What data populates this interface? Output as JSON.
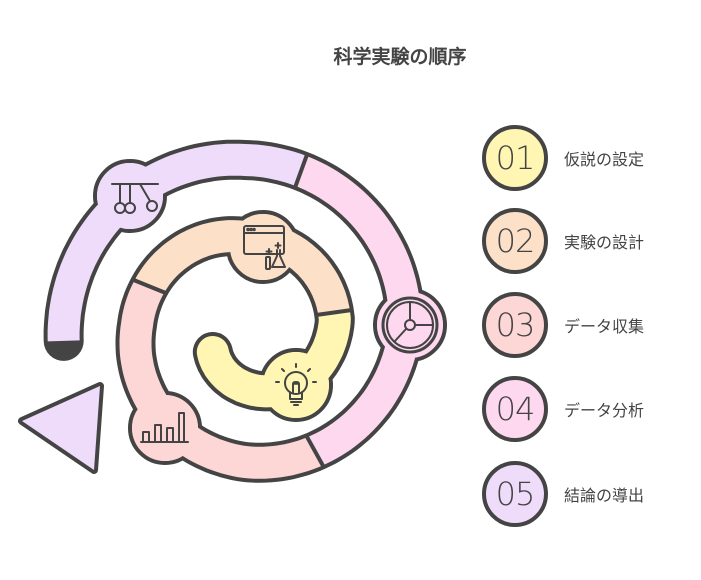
{
  "title": "科学実験の順序",
  "steps": [
    {
      "num": "01",
      "label": "仮説の設定",
      "color": "#fff6b3",
      "icon": "lightbulb-icon"
    },
    {
      "num": "02",
      "label": "実験の設計",
      "color": "#fde0c8",
      "icon": "lab-flask-window-icon"
    },
    {
      "num": "03",
      "label": "データ収集",
      "color": "#fdd6d6",
      "icon": "bar-chart-icon"
    },
    {
      "num": "04",
      "label": "データ分析",
      "color": "#fdd8ee",
      "icon": "pie-chart-icon"
    },
    {
      "num": "05",
      "label": "結論の導出",
      "color": "#efdcfb",
      "icon": "newtons-cradle-icon"
    }
  ],
  "outline_color": "#444444"
}
